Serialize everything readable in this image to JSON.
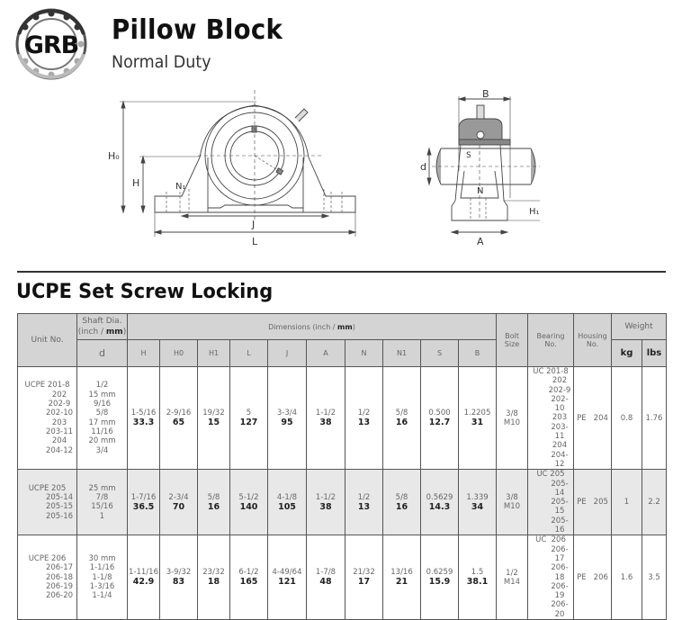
{
  "header": {
    "logo_text": "GRB",
    "title": "Pillow Block",
    "subtitle": "Normal Duty"
  },
  "diagram": {
    "front_labels": {
      "H0": "H₀",
      "H": "H",
      "N1": "N₁",
      "J": "J",
      "L": "L"
    },
    "side_labels": {
      "B": "B",
      "S": "S",
      "d": "d",
      "N": "N",
      "H1": "H₁",
      "A": "A"
    }
  },
  "section": {
    "title": "UCPE Set Screw Locking"
  },
  "table": {
    "headers": {
      "unit_no": "Unit No.",
      "shaft_dia_line1": "Shaft Dia.",
      "shaft_dia_line2_prefix": "(inch / ",
      "shaft_dia_line2_bold": "mm",
      "shaft_dia_line2_suffix": ")",
      "dimensions_prefix": "Dimensions (inch / ",
      "dimensions_bold": "mm",
      "dimensions_suffix": ")",
      "bolt_size_line1": "Bolt",
      "bolt_size_line2": "Size",
      "bearing_no_line1": "Bearing",
      "bearing_no_line2": "No.",
      "housing_no_line1": "Housing",
      "housing_no_line2": "No.",
      "weight": "Weight",
      "kg": "kg",
      "lbs": "lbs",
      "d": "d",
      "dim_cols": [
        "H",
        "H0",
        "H1",
        "L",
        "J",
        "A",
        "N",
        "N1",
        "S",
        "B"
      ]
    },
    "rows": [
      {
        "unit_first": "UCPE 201-8",
        "unit_rest": [
          "202",
          "202-9",
          "202-10",
          "203",
          "203-11",
          "204",
          "204-12"
        ],
        "shaft": [
          "1/2",
          "15 mm",
          "9/16",
          "5/8",
          "17 mm",
          "11/16",
          "20 mm",
          "3/4"
        ],
        "dims": [
          {
            "in": "1-5/16",
            "mm": "33.3"
          },
          {
            "in": "2-9/16",
            "mm": "65"
          },
          {
            "in": "19/32",
            "mm": "15"
          },
          {
            "in": "5",
            "mm": "127"
          },
          {
            "in": "3-3/4",
            "mm": "95"
          },
          {
            "in": "1-1/2",
            "mm": "38"
          },
          {
            "in": "1/2",
            "mm": "13"
          },
          {
            "in": "5/8",
            "mm": "16"
          },
          {
            "in": "0.500",
            "mm": "12.7"
          },
          {
            "in": "1.2205",
            "mm": "31"
          }
        ],
        "bolt": {
          "in": "3/8",
          "mm": "M10"
        },
        "bearing_first": "UC 201-8",
        "bearing_rest": [
          "202",
          "202-9",
          "202-10",
          "203",
          "203-11",
          "204",
          "204-12"
        ],
        "housing": "PE   204",
        "kg": "0.8",
        "lbs": "1.76",
        "shaded": false
      },
      {
        "unit_first": "UCPE 205",
        "unit_rest": [
          "205-14",
          "205-15",
          "205-16"
        ],
        "shaft": [
          "25 mm",
          "7/8",
          "15/16",
          "1"
        ],
        "dims": [
          {
            "in": "1-7/16",
            "mm": "36.5"
          },
          {
            "in": "2-3/4",
            "mm": "70"
          },
          {
            "in": "5/8",
            "mm": "16"
          },
          {
            "in": "5-1/2",
            "mm": "140"
          },
          {
            "in": "4-1/8",
            "mm": "105"
          },
          {
            "in": "1-1/2",
            "mm": "38"
          },
          {
            "in": "1/2",
            "mm": "13"
          },
          {
            "in": "5/8",
            "mm": "16"
          },
          {
            "in": "0.5629",
            "mm": "14.3"
          },
          {
            "in": "1.339",
            "mm": "34"
          }
        ],
        "bolt": {
          "in": "3/8",
          "mm": "M10"
        },
        "bearing_first": "UC 205",
        "bearing_rest": [
          "205-14",
          "205-15",
          "205-16"
        ],
        "housing": "PE   205",
        "kg": "1",
        "lbs": "2.2",
        "shaded": true
      },
      {
        "unit_first": "UCPE 206",
        "unit_rest": [
          "206-17",
          "206-18",
          "206-19",
          "206-20"
        ],
        "shaft": [
          "30 mm",
          "1-1/16",
          "1-1/8",
          "1-3/16",
          "1-1/4"
        ],
        "dims": [
          {
            "in": "1-11/16",
            "mm": "42.9"
          },
          {
            "in": "3-9/32",
            "mm": "83"
          },
          {
            "in": "23/32",
            "mm": "18"
          },
          {
            "in": "6-1/2",
            "mm": "165"
          },
          {
            "in": "4-49/64",
            "mm": "121"
          },
          {
            "in": "1-7/8",
            "mm": "48"
          },
          {
            "in": "21/32",
            "mm": "17"
          },
          {
            "in": "13/16",
            "mm": "21"
          },
          {
            "in": "0.6259",
            "mm": "15.9"
          },
          {
            "in": "1.5",
            "mm": "38.1"
          }
        ],
        "bolt": {
          "in": "1/2",
          "mm": "M14"
        },
        "bearing_first": "UC  206",
        "bearing_rest": [
          "206-17",
          "206-18",
          "206-19",
          "206-20"
        ],
        "housing": "PE   206",
        "kg": "1.6",
        "lbs": "3.5",
        "shaded": false,
        "highlighted": [
          "UCPE 206",
          "30 mm"
        ]
      }
    ]
  },
  "colors": {
    "header_bg": "#d4d4d4",
    "shaded_row_bg": "#e8e8e8",
    "highlight": "#f3f32a",
    "border": "#555555"
  }
}
